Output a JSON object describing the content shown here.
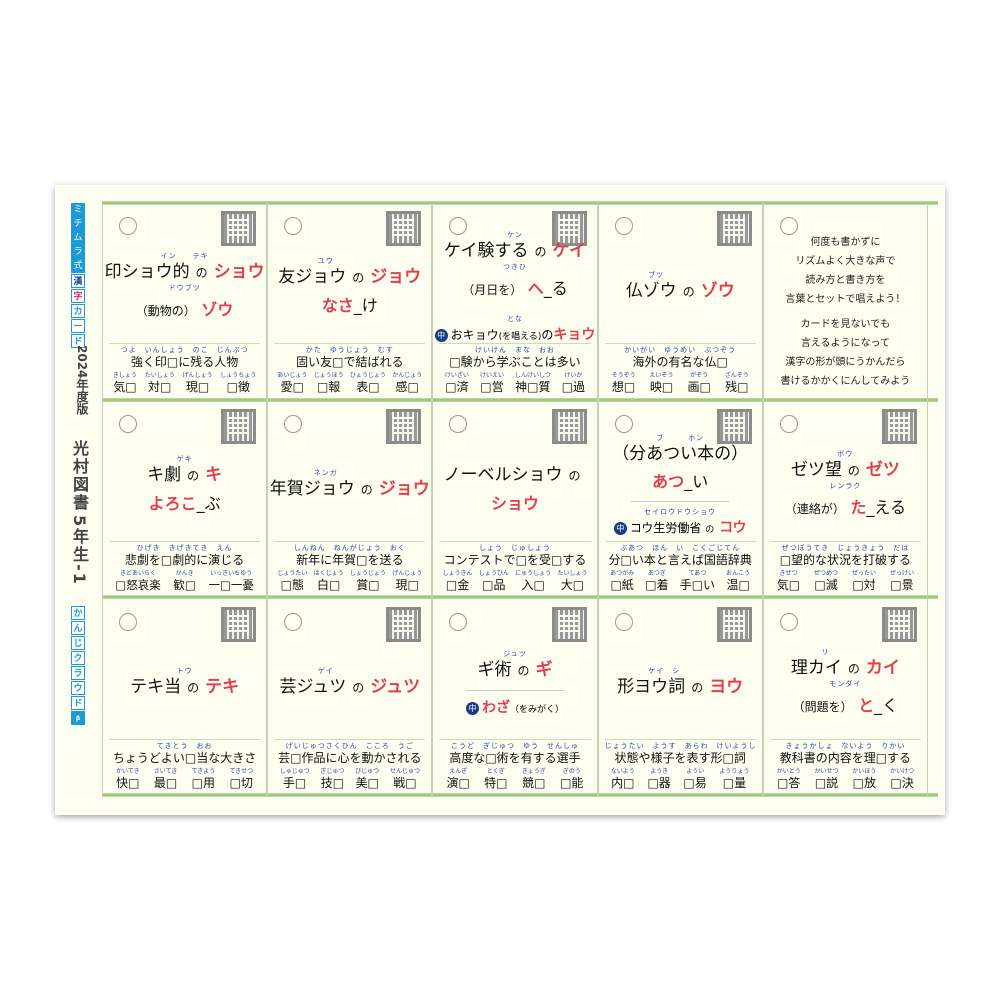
{
  "strip": {
    "brand": [
      "ミ",
      "チ",
      "ム",
      "ラ",
      "式"
    ],
    "brand2": [
      "漢",
      "字",
      "カ",
      "ー",
      "ド"
    ],
    "year": "2024年度版",
    "publisher": "光村図書",
    "grade": "5年生-1",
    "cloud": [
      "か",
      "ん",
      "じ",
      "ク",
      "ラ",
      "ウ",
      "ド"
    ],
    "cloud_tag": "β"
  },
  "cards": [
    {
      "tr": "イン　　テキ",
      "title": [
        {
          "t": "印ショウ的"
        },
        {
          "t": "の",
          "c": "s"
        },
        {
          "t": "ショウ",
          "c": "r"
        }
      ],
      "l2r": "ドウブツ",
      "l2": [
        {
          "t": "（動物の）",
          "c": "p"
        },
        {
          "t": " ゾウ",
          "c": "r"
        }
      ],
      "sr": "つよ　いんしょう　のこ　じんぶつ",
      "sent": "強く印□に残る人物",
      "words": [
        {
          "r": "きしょう",
          "w": "気□"
        },
        {
          "r": "たいしょう",
          "w": "対□"
        },
        {
          "r": "げんしょう",
          "w": "現□"
        },
        {
          "r": "しょうちょう",
          "w": "□徴"
        }
      ]
    },
    {
      "tr": "ユウ　　　　　　",
      "title": [
        {
          "t": "友ジョウ"
        },
        {
          "t": "の",
          "c": "s"
        },
        {
          "t": "ジョウ",
          "c": "r"
        }
      ],
      "l2": [
        {
          "t": "なさ",
          "c": "r"
        },
        {
          "t": "_け"
        }
      ],
      "sr": "かた　ゆうじょう　むす",
      "sent": "固い友□で結ばれる",
      "words": [
        {
          "r": "あいじょう",
          "w": "愛□"
        },
        {
          "r": "じょうほう",
          "w": "□報"
        },
        {
          "r": "ひょうじょう",
          "w": "表□"
        },
        {
          "r": "かんじょう",
          "w": "感□"
        }
      ]
    },
    {
      "tr": "ケン",
      "title": [
        {
          "t": "ケイ験する"
        },
        {
          "t": "の",
          "c": "s"
        },
        {
          "t": "ケイ",
          "c": "r"
        }
      ],
      "l2r": "つきひ",
      "l2": [
        {
          "t": "（月日を）",
          "c": "p"
        },
        {
          "t": " へ",
          "c": "r"
        },
        {
          "t": "_る"
        }
      ],
      "cr": "とな",
      "chu": [
        {
          "t": "おキョウ"
        },
        {
          "t": "(を唱える)",
          "c": "s"
        },
        {
          "t": "の"
        },
        {
          "t": "キョウ",
          "c": "r"
        }
      ],
      "sr": "けいけん　まな　おお",
      "sent": "□験から学ぶことは多い",
      "words": [
        {
          "r": "けいざい",
          "w": "□済"
        },
        {
          "r": "けいえい",
          "w": "□営"
        },
        {
          "r": "しんけいしつ",
          "w": "神□質"
        },
        {
          "r": "けいか",
          "w": "□過"
        }
      ]
    },
    {
      "tr": "ブツ　　　　　　",
      "title": [
        {
          "t": "仏ゾウ"
        },
        {
          "t": "の",
          "c": "s"
        },
        {
          "t": "ゾウ",
          "c": "r"
        }
      ],
      "sr": "かいがい　ゆうめい　ぶつぞう",
      "sent": "海外の有名な仏□",
      "words": [
        {
          "r": "そうぞう",
          "w": "想□"
        },
        {
          "r": "えいぞう",
          "w": "映□"
        },
        {
          "r": "がぞう",
          "w": "画□"
        },
        {
          "r": "ざんぞう",
          "w": "残□"
        }
      ]
    },
    {
      "message": [
        "何度も書かずに",
        "リズムよく大きな声で",
        "読み方と書き方を",
        "言葉とセットで唱えよう！"
      ],
      "message2": [
        "カードを見ないでも",
        "言えるようになって",
        "漢字の形が頭にうかんだら",
        "書けるかかくにんしてみよう"
      ]
    },
    {
      "tr": "ゲキ",
      "title": [
        {
          "t": "キ劇"
        },
        {
          "t": "の",
          "c": "s"
        },
        {
          "t": "キ",
          "c": "r"
        }
      ],
      "l2": [
        {
          "t": "よろこ",
          "c": "r"
        },
        {
          "t": "_ぶ"
        }
      ],
      "sr": "ひげき　きげきてき　えん",
      "sent": "悲劇を□劇的に演じる",
      "words": [
        {
          "r": "きどあいらく",
          "w": "□怒哀楽"
        },
        {
          "r": "かんき",
          "w": "歓□"
        },
        {
          "r": "いっきいちゆう",
          "w": "一□一憂"
        }
      ]
    },
    {
      "tr": "ネンガ　　　　　　",
      "title": [
        {
          "t": "年賀ジョウ"
        },
        {
          "t": "の",
          "c": "s"
        },
        {
          "t": "ジョウ",
          "c": "r"
        }
      ],
      "sr": "しんねん　ねんがじょう　おく",
      "sent": "新年に年賀□を送る",
      "words": [
        {
          "r": "じょうたい",
          "w": "□態"
        },
        {
          "r": "はくじょう",
          "w": "白□"
        },
        {
          "r": "しょうじょう",
          "w": "賞□"
        },
        {
          "r": "げんじょう",
          "w": "現□"
        }
      ]
    },
    {
      "title": [
        {
          "t": "ノーベルショウ"
        },
        {
          "t": "の",
          "c": "s"
        }
      ],
      "l2": [
        {
          "t": "ショウ",
          "c": "r"
        }
      ],
      "sr": "しょう　じゅしょう",
      "sent": "コンテストで□を受□する",
      "words": [
        {
          "r": "しょうきん",
          "w": "□金"
        },
        {
          "r": "しょうひん",
          "w": "□品"
        },
        {
          "r": "にゅうしょう",
          "w": "入□"
        },
        {
          "r": "たいしょう",
          "w": "大□"
        }
      ]
    },
    {
      "tr": "ブ　　　ホン",
      "title": [
        {
          "t": "（分あつい本の）",
          "c": "p"
        }
      ],
      "l2": [
        {
          "t": "あつ",
          "c": "r"
        },
        {
          "t": "_い"
        }
      ],
      "cr": "セイロウドウショウ",
      "chu": [
        {
          "t": "コウ生労働省 "
        },
        {
          "t": "の",
          "c": "s"
        },
        {
          "t": " コウ",
          "c": "r"
        }
      ],
      "sr": "ぶあつ　ほん　い　こくごじてん",
      "sent": "分□い本と言えば国語辞典",
      "words": [
        {
          "r": "あつがみ",
          "w": "□紙"
        },
        {
          "r": "あつぎ",
          "w": "□着"
        },
        {
          "r": "てあつ",
          "w": "手□い"
        },
        {
          "r": "おんこう",
          "w": "温□"
        }
      ]
    },
    {
      "tr": "ボウ",
      "title": [
        {
          "t": "ゼツ望"
        },
        {
          "t": "の",
          "c": "s"
        },
        {
          "t": "ゼツ",
          "c": "r"
        }
      ],
      "l2r": "レンラク",
      "l2": [
        {
          "t": "（連絡が）",
          "c": "p"
        },
        {
          "t": " た",
          "c": "r"
        },
        {
          "t": "_える"
        }
      ],
      "sr": "ぜつぼうてき　じょうきょう　だは",
      "sent": "□望的な状況を打破する",
      "words": [
        {
          "r": "きぜつ",
          "w": "気□"
        },
        {
          "r": "ぜつめつ",
          "w": "□滅"
        },
        {
          "r": "ぜったい",
          "w": "□対"
        },
        {
          "r": "ぜっけい",
          "w": "□景"
        }
      ]
    },
    {
      "tr": "トウ",
      "title": [
        {
          "t": "テキ当"
        },
        {
          "t": "の",
          "c": "s"
        },
        {
          "t": "テキ",
          "c": "r"
        }
      ],
      "sr": "てきとう　おお",
      "sent": "ちょうどよい□当な大きさ",
      "words": [
        {
          "r": "かいてき",
          "w": "快□"
        },
        {
          "r": "さいてき",
          "w": "最□"
        },
        {
          "r": "てきよう",
          "w": "□用"
        },
        {
          "r": "てきせつ",
          "w": "□切"
        }
      ]
    },
    {
      "tr": "ゲイ　　　　　　",
      "title": [
        {
          "t": "芸ジュツ"
        },
        {
          "t": "の",
          "c": "s"
        },
        {
          "t": "ジュツ",
          "c": "r"
        }
      ],
      "sr": "げいじゅつさくひん　こころ　うご",
      "sent": "芸□作品に心を動かされる",
      "words": [
        {
          "r": "しゅじゅつ",
          "w": "手□"
        },
        {
          "r": "ぎじゅつ",
          "w": "技□"
        },
        {
          "r": "びじゅつ",
          "w": "美□"
        },
        {
          "r": "せんじゅつ",
          "w": "戦□"
        }
      ]
    },
    {
      "tr": "ジュツ",
      "title": [
        {
          "t": "ギ術"
        },
        {
          "t": "の",
          "c": "s"
        },
        {
          "t": "ギ",
          "c": "r"
        }
      ],
      "chu": [
        {
          "t": "わざ",
          "c": "r"
        },
        {
          "t": "（をみがく）",
          "c": "s"
        }
      ],
      "sr": "こうど　ぎじゅつ　ゆう　せんしゅ",
      "sent": "高度な□術を有する選手",
      "words": [
        {
          "r": "えんぎ",
          "w": "演□"
        },
        {
          "r": "とくぎ",
          "w": "特□"
        },
        {
          "r": "きょうぎ",
          "w": "競□"
        },
        {
          "r": "ぎのう",
          "w": "□能"
        }
      ]
    },
    {
      "tr": "ケイ　シ　　　　",
      "title": [
        {
          "t": "形ヨウ詞"
        },
        {
          "t": "の",
          "c": "s"
        },
        {
          "t": "ヨウ",
          "c": "r"
        }
      ],
      "sr": "じょうたい　ようす　あらわ　けいようし",
      "sent": "状態や様子を表す形□詞",
      "words": [
        {
          "r": "ないよう",
          "w": "内□"
        },
        {
          "r": "ようき",
          "w": "□器"
        },
        {
          "r": "ようい",
          "w": "□易"
        },
        {
          "r": "ようりょう",
          "w": "□量"
        }
      ]
    },
    {
      "tr": "リ　　　　　",
      "title": [
        {
          "t": "理カイ"
        },
        {
          "t": "の",
          "c": "s"
        },
        {
          "t": "カイ",
          "c": "r"
        }
      ],
      "l2r": "モンダイ",
      "l2": [
        {
          "t": "（問題を）",
          "c": "p"
        },
        {
          "t": " と",
          "c": "r"
        },
        {
          "t": "_く"
        }
      ],
      "sr": "きょうかしょ　ないよう　りかい",
      "sent": "教科書の内容を理□する",
      "words": [
        {
          "r": "かいとう",
          "w": "□答"
        },
        {
          "r": "かいせつ",
          "w": "□説"
        },
        {
          "r": "かいほう",
          "w": "□放"
        },
        {
          "r": "かいけつ",
          "w": "□決"
        }
      ]
    }
  ],
  "colors": {
    "red": "#e0404e",
    "ruby": "#2a4aa0",
    "brand": "#1a9ad6"
  },
  "chu_label": "中"
}
